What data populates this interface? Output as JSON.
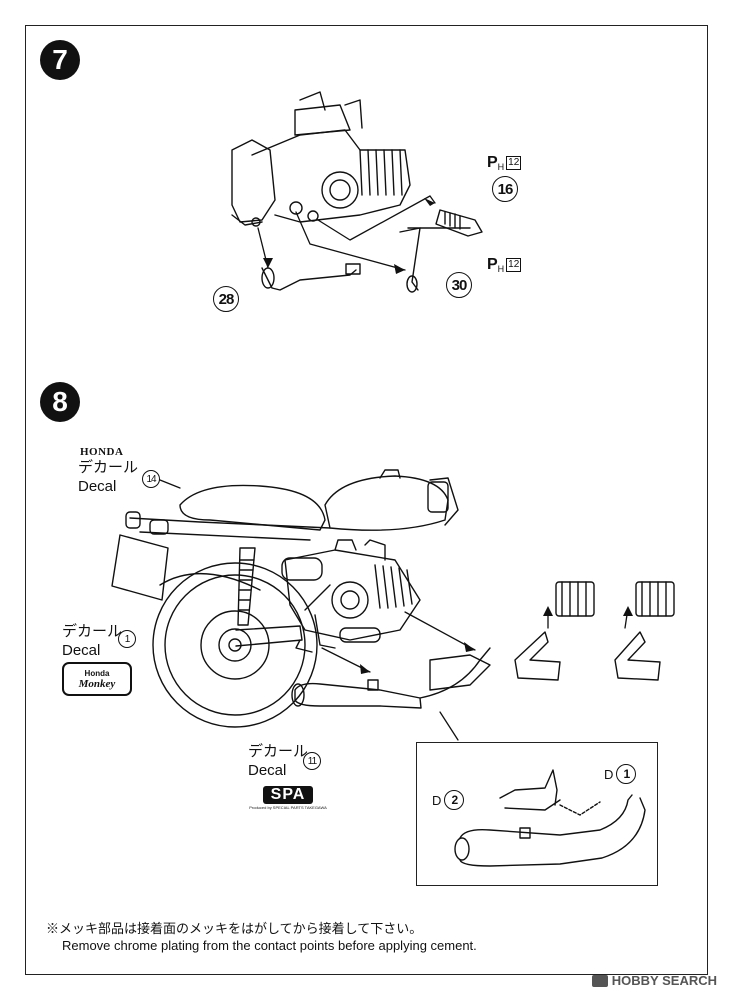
{
  "steps": {
    "step7": {
      "number": "7"
    },
    "step8": {
      "number": "8"
    }
  },
  "step7_parts": {
    "part16": "16",
    "part28": "28",
    "part30": "30",
    "ph_top": {
      "p": "P",
      "sub": "H",
      "num": "12"
    },
    "ph_bottom": {
      "p": "P",
      "sub": "H",
      "num": "12"
    }
  },
  "step8_labels": {
    "honda_brand": "HONDA",
    "decal14": {
      "jp": "デカール",
      "en": "Decal",
      "num": "14"
    },
    "decal1": {
      "jp": "デカール",
      "en": "Decal",
      "num": "1"
    },
    "decal11": {
      "jp": "デカール",
      "en": "Decal",
      "num": "11"
    },
    "monkey_logo": {
      "line1": "Honda",
      "line2": "Monkey"
    },
    "spa_logo": {
      "main": "SPA",
      "small": "Produced by SPECIAL PARTS TAKEGAWA"
    }
  },
  "detail": {
    "d2": {
      "letter": "D",
      "num": "2"
    },
    "d1": {
      "letter": "D",
      "num": "1"
    }
  },
  "notes": {
    "jp": "※メッキ部品は接着面のメッキをはがしてから接着して下さい。",
    "en": "Remove chrome plating from the contact points before applying cement."
  },
  "watermark": "HOBBY SEARCH"
}
